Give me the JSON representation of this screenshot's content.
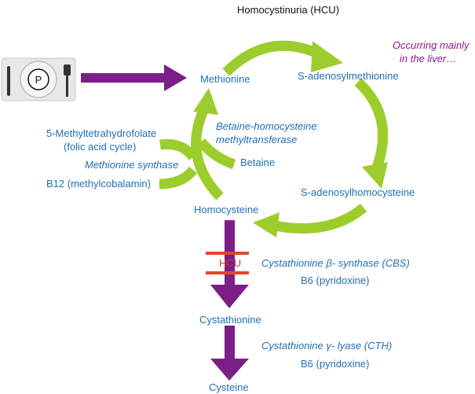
{
  "title": "Homocystinuria (HCU)",
  "note_line1": "Occurring mainly",
  "note_line2": "in the liver…",
  "metabolites": {
    "methionine": "Methionine",
    "sam": "S-adenosylmethionine",
    "sah": "S-adenosylhomocysteine",
    "homocysteine": "Homocysteine",
    "cystathionine": "Cystathionine",
    "cysteine": "Cysteine",
    "betaine": "Betaine",
    "mthf_line1": "5-Methyltetrahydrofolate",
    "mthf_line2": "(folic acid cycle)",
    "b12": "B12 (methylcobalamin)"
  },
  "enzymes": {
    "bhmt_line1": "Betaine-homocysteine",
    "bhmt_line2": "methyltransferase",
    "ms": "Methionine synthase",
    "cbs": "Cystathionine β- synthase (CBS)",
    "cbs_cofactor": "B6 (pyridoxine)",
    "cth": "Cystathionine γ- lyase (CTH)",
    "cth_cofactor": "B6 (pyridoxine)"
  },
  "block_label": "HCU",
  "plate_letter": "P",
  "colors": {
    "cycle_green": "#9dcd2c",
    "pathway_purple": "#7b1f87",
    "label_blue": "#1f6fb2",
    "block_red": "#e2472a",
    "note_purple": "#8a1a8a"
  }
}
